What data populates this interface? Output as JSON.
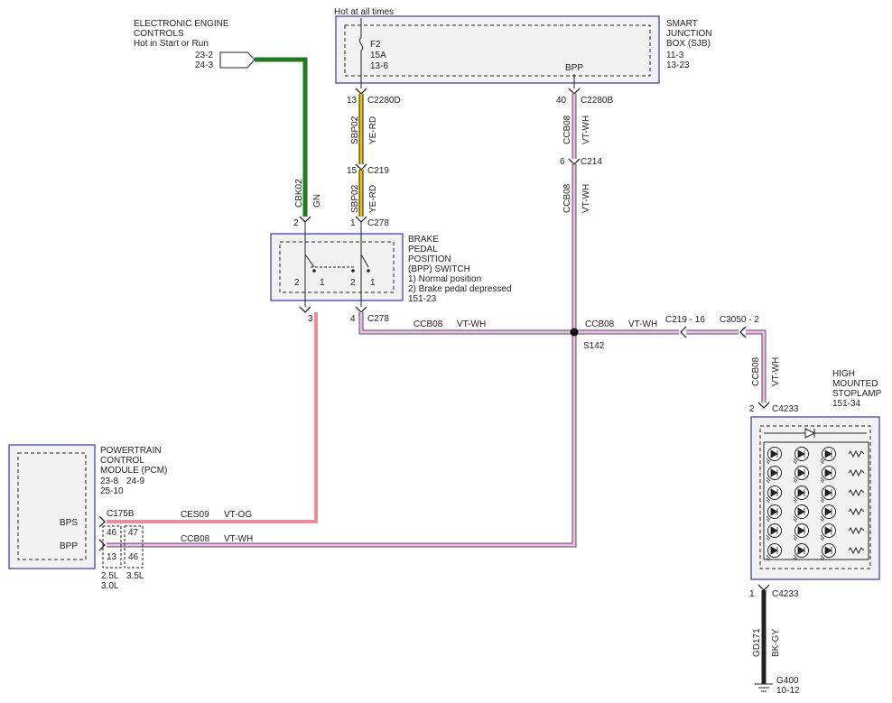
{
  "eec": {
    "title1": "ELECTRONIC ENGINE",
    "title2": "CONTROLS",
    "title3": "Hot in Start or Run",
    "ref1": "23-2",
    "ref2": "24-3"
  },
  "sjb": {
    "hot": "Hot at all times",
    "title1": "SMART",
    "title2": "JUNCTION",
    "title3": "BOX (SJB)",
    "ref1": "11-3",
    "ref2": "13-23",
    "fuse": "F2",
    "amps": "15A",
    "fuse_ref": "13-6",
    "bpp": "BPP"
  },
  "conn": {
    "c2280d_pin": "13",
    "c2280d": "C2280D",
    "c2280b_pin": "40",
    "c2280b": "C2280B",
    "c219_pin": "15",
    "c219": "C219",
    "c214_pin": "6",
    "c214": "C214",
    "c278_pin2": "2",
    "c278_pin1": "1",
    "c278a": "C278",
    "c278_pin3": "3",
    "c278_pin4": "4",
    "c278b": "C278",
    "c219_16": "C219 - 16",
    "c3050": "C3050 - 2",
    "c4233_top_pin": "2",
    "c4233_top": "C4233",
    "c4233_bot_pin": "1",
    "c4233_bot": "C4233",
    "c175b": "C175B"
  },
  "wires": {
    "cbk02": "CBK02",
    "gn": "GN",
    "sbp02_a": "SBP02",
    "yerd_a": "YE-RD",
    "sbp02_b": "SBP02",
    "yerd_b": "YE-RD",
    "ccb08_a": "CCB08",
    "vtwh_a": "VT-WH",
    "ccb08_b": "CCB08",
    "vtwh_b": "VT-WH",
    "ccb08_c": "CCB08",
    "vtwh_c": "VT-WH",
    "ccb08_d": "CCB08",
    "vtwh_d": "VT-WH",
    "ccb08_e": "CCB08",
    "vtwh_e": "VT-WH",
    "ces09": "CES09",
    "vtog": "VT-OG",
    "ccb08_f": "CCB08",
    "vtwh_f": "VT-WH",
    "gd171": "GD171",
    "bkgy": "BK-GY"
  },
  "splice": {
    "label": "S142"
  },
  "bpp_switch": {
    "title1": "BRAKE",
    "title2": "PEDAL",
    "title3": "POSITION",
    "title4": "(BPP) SWITCH",
    "note1": "1) Normal position",
    "note2": "2) Brake pedal depressed",
    "ref": "151-23",
    "p2a": "2",
    "p1a": "1",
    "p2b": "2",
    "p1b": "1"
  },
  "pcm": {
    "title1": "POWERTRAIN",
    "title2": "CONTROL",
    "title3": "MODULE (PCM)",
    "ref1": "23-8",
    "ref1b": "24-9",
    "ref2": "25-10",
    "bps": "BPS",
    "bpp": "BPP",
    "pin46a": "46",
    "pin47": "47",
    "pin13": "13",
    "pin46b": "46",
    "eng1": "2.5L",
    "eng2": "3.0L",
    "eng3": "3.5L"
  },
  "hmsl": {
    "title1": "HIGH",
    "title2": "MOUNTED",
    "title3": "STOPLAMP",
    "ref": "151-34"
  },
  "ground": {
    "g400": "G400",
    "ref": "10-12"
  }
}
